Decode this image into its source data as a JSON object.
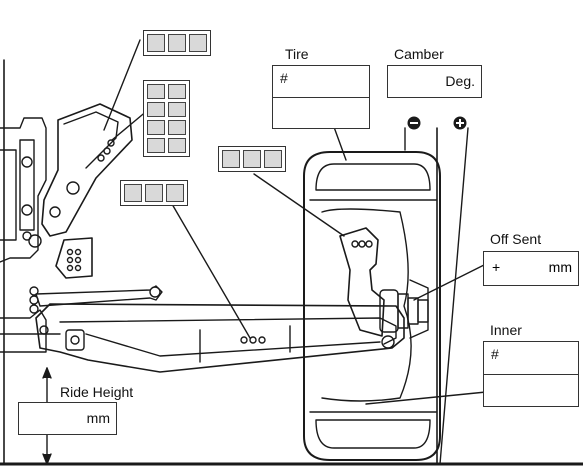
{
  "labels": {
    "tire": "Tire",
    "camber": "Camber",
    "off_sent": "Off Sent",
    "inner": "Inner",
    "ride_height": "Ride Height"
  },
  "fields": {
    "tire_value": "#",
    "camber_value": "Deg.",
    "off_sent_plus": "+",
    "off_sent_unit": "mm",
    "inner_value": "#",
    "ride_height_unit": "mm"
  },
  "symbols": {
    "camber_minus": "minus-circle-icon",
    "camber_plus": "plus-circle-icon"
  },
  "colors": {
    "line": "#1a1a1a",
    "cell_fill": "#d9d9d9"
  }
}
